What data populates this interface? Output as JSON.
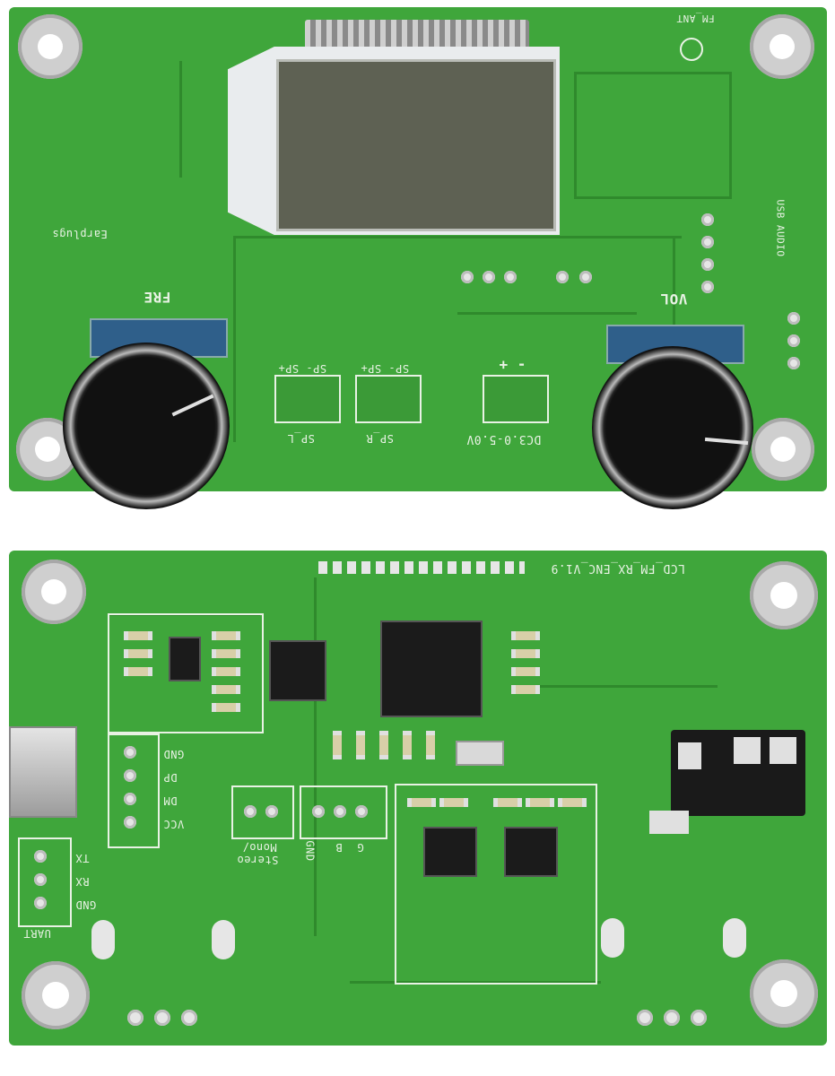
{
  "top_board": {
    "fm_ant": "FM_ANT",
    "earplugs": "Earplugs",
    "fre": "FRE",
    "vol": "VOL",
    "usb_audio": "USB AUDIO",
    "sp_l_pins": "SP- SP+",
    "sp_l": "SP_L",
    "sp_r_pins": "SP- SP+",
    "sp_r": "SP_R",
    "dc_pins": "-  +",
    "dc_voltage": "DC3.0-5.0V"
  },
  "bottom_board": {
    "board_name": "LCD_FM_RX_ENC_V1.9",
    "usb_gnd": "GND",
    "usb_dp": "DP",
    "usb_dm": "DM",
    "usb_vcc": "VCC",
    "tx": "TX",
    "rx": "RX",
    "uart_gnd": "GND",
    "uart": "UART",
    "mono": "Mono/",
    "stereo": "Stereo",
    "audio_gnd": "GND",
    "audio_b": "B",
    "audio_g": "G"
  }
}
